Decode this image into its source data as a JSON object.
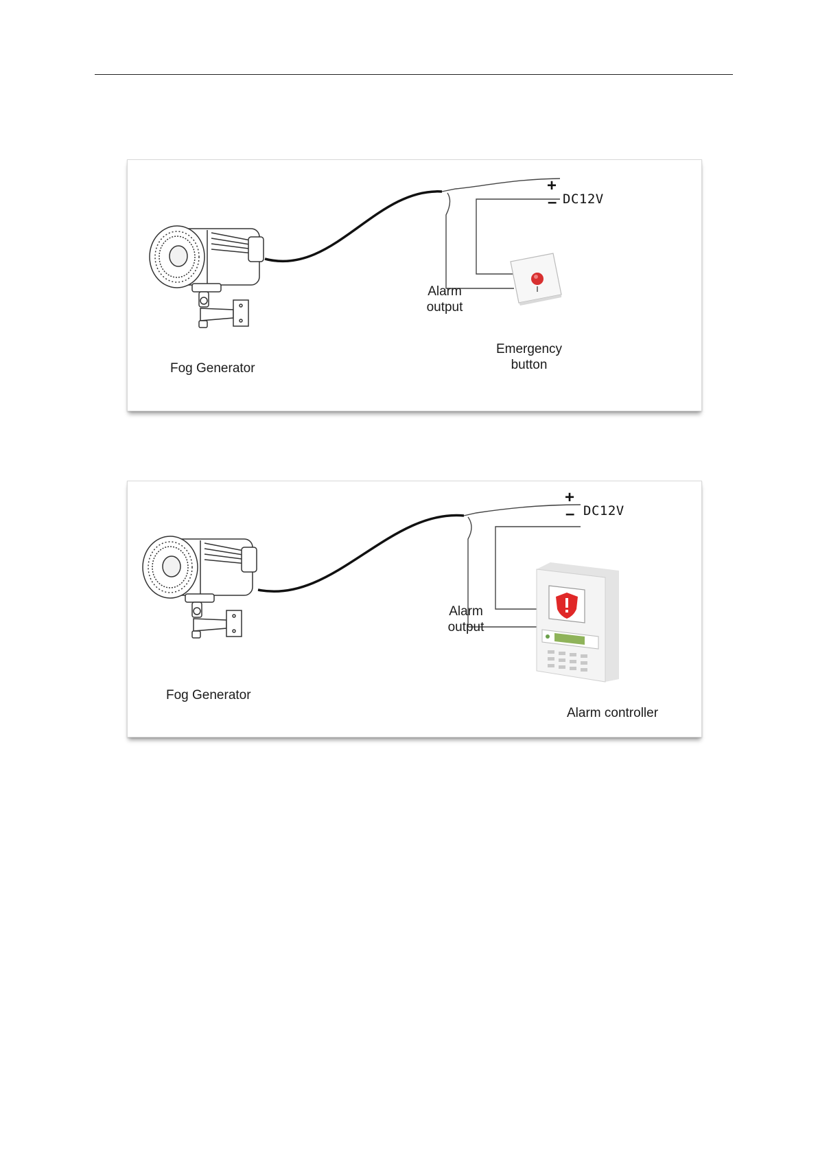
{
  "diagram1": {
    "device_label": "Fog Generator",
    "power_label": "DC12V",
    "plus_sign": "+",
    "minus_sign": "–",
    "alarm_output_label": "Alarm\noutput",
    "emergency_button_label": "Emergency\nbutton"
  },
  "diagram2": {
    "device_label": "Fog Generator",
    "power_label": "DC12V",
    "plus_sign": "+",
    "minus_sign": "–",
    "alarm_output_label": "Alarm\noutput",
    "controller_label": "Alarm controller"
  },
  "icons": {
    "fog_generator": "fog-generator-icon",
    "emergency_button": "emergency-button-icon",
    "alarm_controller": "alarm-controller-icon"
  },
  "colors": {
    "button_red": "#d83030",
    "shield_red": "#e02828",
    "lcd_green": "#8fb35a"
  }
}
